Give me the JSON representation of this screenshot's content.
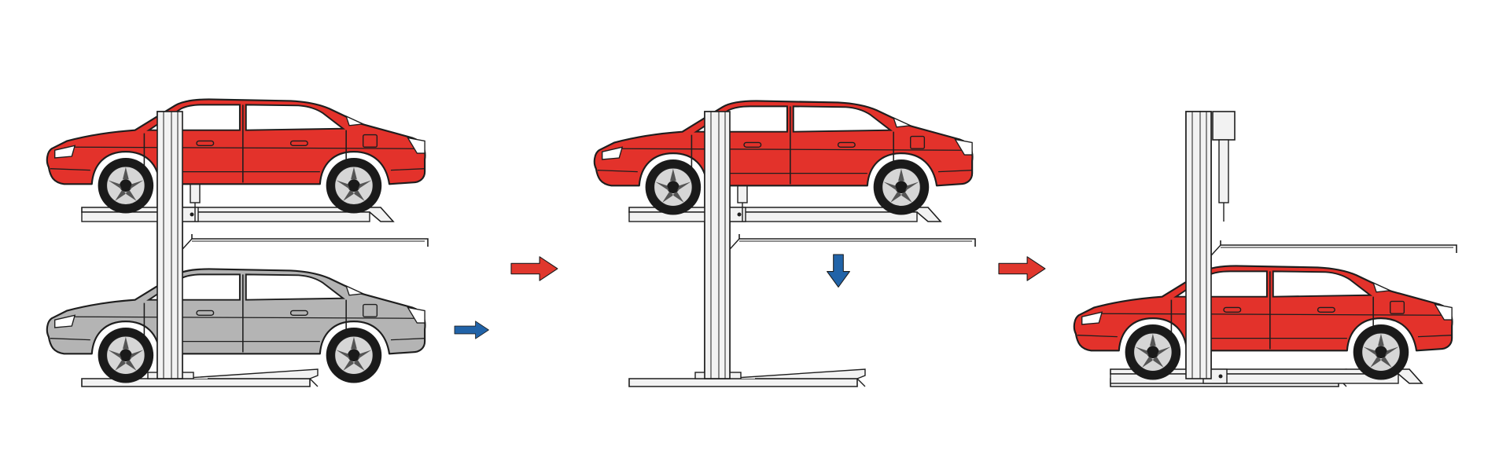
{
  "colors": {
    "background": "#ffffff",
    "car_red": "#e3322b",
    "car_gray": "#b4b4b4",
    "outline": "#1e1e1e",
    "lift_steel": "#f2f2f2",
    "arrow_red": "#e0372d",
    "arrow_blue": "#2163a8",
    "glass": "#ffffff",
    "tire": "#1a1a1a",
    "rim": "#d6d6d6"
  },
  "icons": [
    "two-post-parking-lift-icon",
    "car-icon",
    "arrow-right-icon",
    "arrow-down-icon"
  ],
  "steps": [
    {
      "name": "step-1-both-cars-parked",
      "description_visible": false,
      "upper_car": "red",
      "lower_car": "gray",
      "lower_car_action": "drives-out"
    },
    {
      "name": "step-2-lower-car-removed",
      "upper_car": "red",
      "lower_car": "none",
      "platform_action": "lowers"
    },
    {
      "name": "step-3-platform-lowered",
      "upper_car": "none",
      "lower_car": "red"
    }
  ]
}
